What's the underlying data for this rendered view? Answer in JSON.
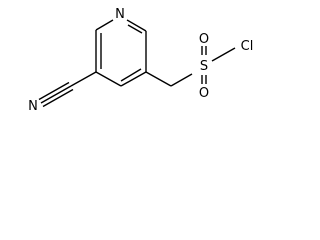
{
  "molecule": {
    "atoms": {
      "ring_nitrogen": "N",
      "nitrile_nitrogen": "N",
      "sulfur": "S",
      "oxygen_top": "O",
      "oxygen_bottom": "O",
      "chlorine": "Cl"
    },
    "colors": {
      "line": "#000000",
      "background": "#ffffff"
    }
  }
}
